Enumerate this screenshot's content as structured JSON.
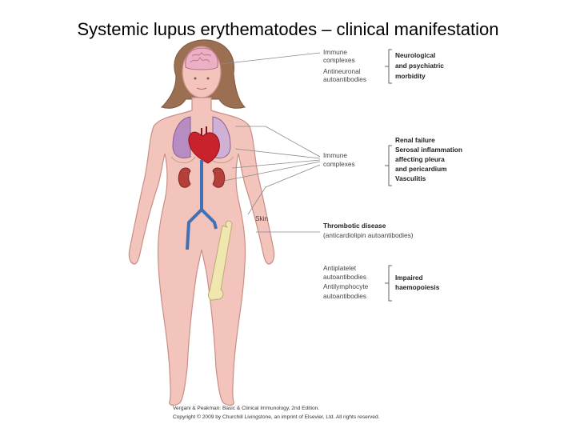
{
  "title": "Systemic lupus erythematodes – clinical manifestation",
  "colors": {
    "skin": "#f2c4bc",
    "skin_outline": "#c98f86",
    "hair": "#9a6f52",
    "brain": "#ecb0c4",
    "lung": "#b78cc2",
    "heart": "#c8232c",
    "kidney": "#b5403a",
    "vessel": "#3f71b4",
    "bone": "#efe6b0",
    "leader_line": "#8a8a8a"
  },
  "labels": {
    "brain_cause": [
      "Immune",
      "complexes",
      "Antineuronal",
      "autoantibodies"
    ],
    "brain_effect": [
      "Neurological",
      "and psychiatric",
      "morbidity"
    ],
    "organs_cause": [
      "Immune",
      "complexes"
    ],
    "organs_effect": [
      "Renal failure",
      "Serosal inflammation",
      "affecting pleura",
      "and pericardium",
      "Vasculitis"
    ],
    "skin": "Skin",
    "thrombotic_title": "Thrombotic disease",
    "thrombotic_sub": "(anticardiolipin autoantibodies)",
    "blood_cause": [
      "Antiplatelet",
      "autoantibodies",
      "Antilymphocyte",
      "autoantibodies"
    ],
    "blood_effect": [
      "Impaired",
      "haemopoiesis"
    ]
  },
  "credit": [
    "Vergani & Peakman: Basic & Clinical Immunology, 2nd Edition.",
    "Copyright © 2009 by Churchill Livingstone, an imprint of Elsevier, Ltd. All rights reserved."
  ]
}
